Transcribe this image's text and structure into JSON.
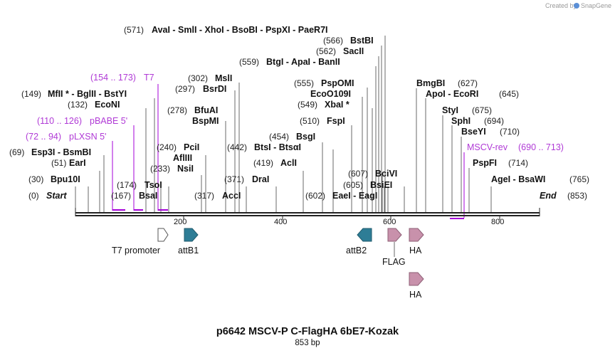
{
  "watermark": {
    "prefix": "Created by",
    "brand": "SnapGene"
  },
  "map": {
    "title": "p6642 MSCV-P C-FlagHA 6bE7-Kozak",
    "length_label": "853 bp",
    "start_pos": "(0)",
    "start_label": "Start",
    "end_label": "End",
    "end_pos": "(853)",
    "ticks": [
      "200",
      "400",
      "600",
      "800"
    ]
  },
  "enzymes": [
    {
      "pos": "(571)",
      "text": "AvaI  - SmlI  - XhoI  - BsoBI - PspXI - PaeR7I"
    },
    {
      "pos": "(566)",
      "text": "BstBI"
    },
    {
      "pos": "(562)",
      "text": "SacII"
    },
    {
      "pos": "(559)",
      "text": "BtgI - ApaI  - BanII"
    },
    {
      "pos": "(302)",
      "text": "MslI"
    },
    {
      "pos": "(297)",
      "text": "BsrDI"
    },
    {
      "pos": "(149)",
      "text": "MfII * - BglII - BstYI"
    },
    {
      "pos": "(132)",
      "text": "EcoNI"
    },
    {
      "pos": "(278)",
      "text": "BfuAI"
    },
    {
      "pos": "",
      "text": "BspMI"
    },
    {
      "pos": "(555)",
      "text": "PspOMI"
    },
    {
      "pos": "",
      "text": "EcoO109I"
    },
    {
      "pos": "(549)",
      "text": "XbaI *"
    },
    {
      "pos": "(510)",
      "text": "FspI"
    },
    {
      "pos": "(454)",
      "text": "BsgI"
    },
    {
      "pos": "(442)",
      "text": "BtsI - BtsαI"
    },
    {
      "pos": "(240)",
      "text": "PciI"
    },
    {
      "pos": "",
      "text": "AflIII"
    },
    {
      "pos": "(233)",
      "text": "NsiI"
    },
    {
      "pos": "(69)",
      "text": "Esp3I - BsmBI"
    },
    {
      "pos": "(51)",
      "text": "EarI"
    },
    {
      "pos": "(30)",
      "text": "Bpu10I"
    },
    {
      "pos": "(174)",
      "text": "TsoI"
    },
    {
      "pos": "(167)",
      "text": "BsaI"
    },
    {
      "pos": "(317)",
      "text": "AccI"
    },
    {
      "pos": "(371)",
      "text": "DraI"
    },
    {
      "pos": "(419)",
      "text": "AclI"
    },
    {
      "pos": "(607)",
      "text": "BciVI"
    },
    {
      "pos": "(605)",
      "text": "BsiEI"
    },
    {
      "pos": "(602)",
      "text": "EaeI  - EagI"
    },
    {
      "pos": "",
      "text": "BmgBI"
    },
    {
      "pos": "(627)",
      "text": ""
    },
    {
      "pos": "(645)",
      "text": "ApoI  - EcoRI"
    },
    {
      "pos": "(675)",
      "text": "StyI"
    },
    {
      "pos": "(694)",
      "text": "SphI"
    },
    {
      "pos": "(710)",
      "text": "BseYI"
    },
    {
      "pos": "(714)",
      "text": "PspFI"
    },
    {
      "pos": "(765)",
      "text": "AgeI  - BsaWI"
    }
  ],
  "primers": [
    {
      "range": "(154 .. 173)",
      "name": "T7"
    },
    {
      "range": "(110 .. 126)",
      "name": "pBABE 5'"
    },
    {
      "range": "(72 .. 94)",
      "name": "pLXSN 5'"
    },
    {
      "range": "(690 .. 713)",
      "name": "MSCV-rev"
    }
  ],
  "features": [
    {
      "name": "T7 promoter",
      "color": "#ffffff"
    },
    {
      "name": "attB1",
      "color": "#2e7d96"
    },
    {
      "name": "attB2",
      "color": "#2e7d96"
    },
    {
      "name": "FLAG",
      "color": "#c891ab"
    },
    {
      "name": "HA",
      "color": "#c891ab"
    },
    {
      "name": "HA",
      "color": "#c891ab"
    }
  ]
}
